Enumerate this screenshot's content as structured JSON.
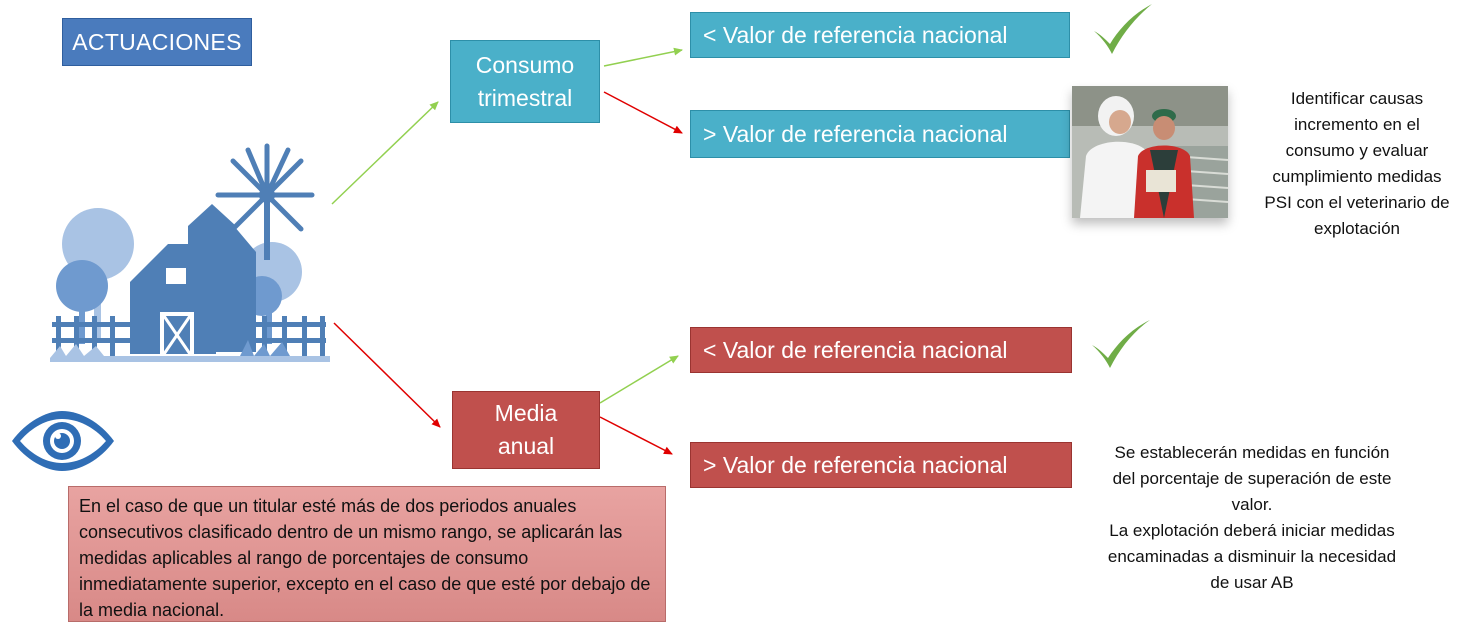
{
  "title": "ACTUACIONES",
  "nodes": {
    "consumo": [
      "Consumo",
      "trimestral"
    ],
    "media": [
      "Media",
      "anual"
    ]
  },
  "outcomes": {
    "consumo_below": "< Valor de referencia nacional",
    "consumo_above": "> Valor de referencia nacional",
    "media_below": "< Valor de referencia nacional",
    "media_above": "> Valor de referencia nacional"
  },
  "texts": {
    "consumo_above_action": [
      "Identificar causas",
      "incremento en el",
      "consumo y evaluar",
      "cumplimiento medidas",
      "PSI con el veterinario de",
      "explotación"
    ],
    "media_above_action": [
      "Se establecerán medidas en función",
      "del porcentaje de superación de este",
      "valor.",
      "La explotación deberá iniciar medidas",
      "encaminadas a disminuir la necesidad",
      "de usar AB"
    ],
    "note": "En el caso de que un titular esté más de dos periodos anuales consecutivos clasificado dentro de un mismo rango, se aplicarán las medidas aplicables al rango de porcentajes de consumo inmediatamente superior, excepto en el caso de que esté por debajo de la media nacional."
  },
  "icons": {
    "farm": "farm-icon",
    "eye": "eye-icon",
    "check": "checkmark-icon",
    "photo": "veterinarians-photo"
  },
  "colors": {
    "title": "#4a7bbd",
    "teal": "#4ab0c9",
    "red": "#c0504d",
    "green_arrow": "#92d050",
    "red_arrow": "#e00000",
    "check": "#70ad47",
    "farm": "#4f7fb6",
    "note_bg": "#e29896"
  }
}
